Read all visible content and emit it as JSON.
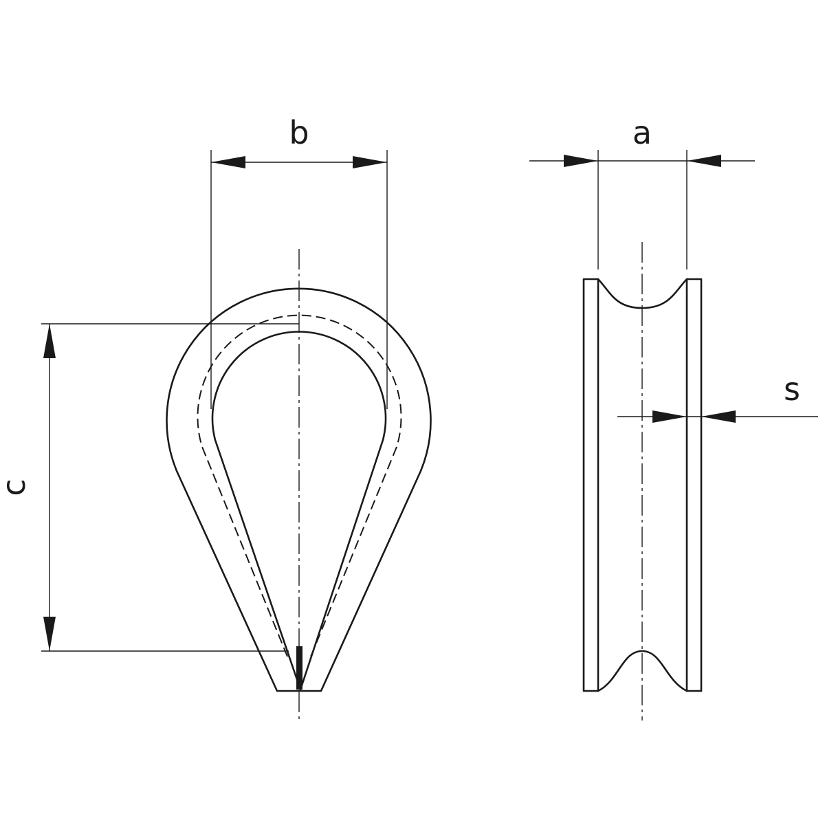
{
  "dimensions": {
    "b": "b",
    "a": "a",
    "c": "c",
    "s": "s"
  }
}
